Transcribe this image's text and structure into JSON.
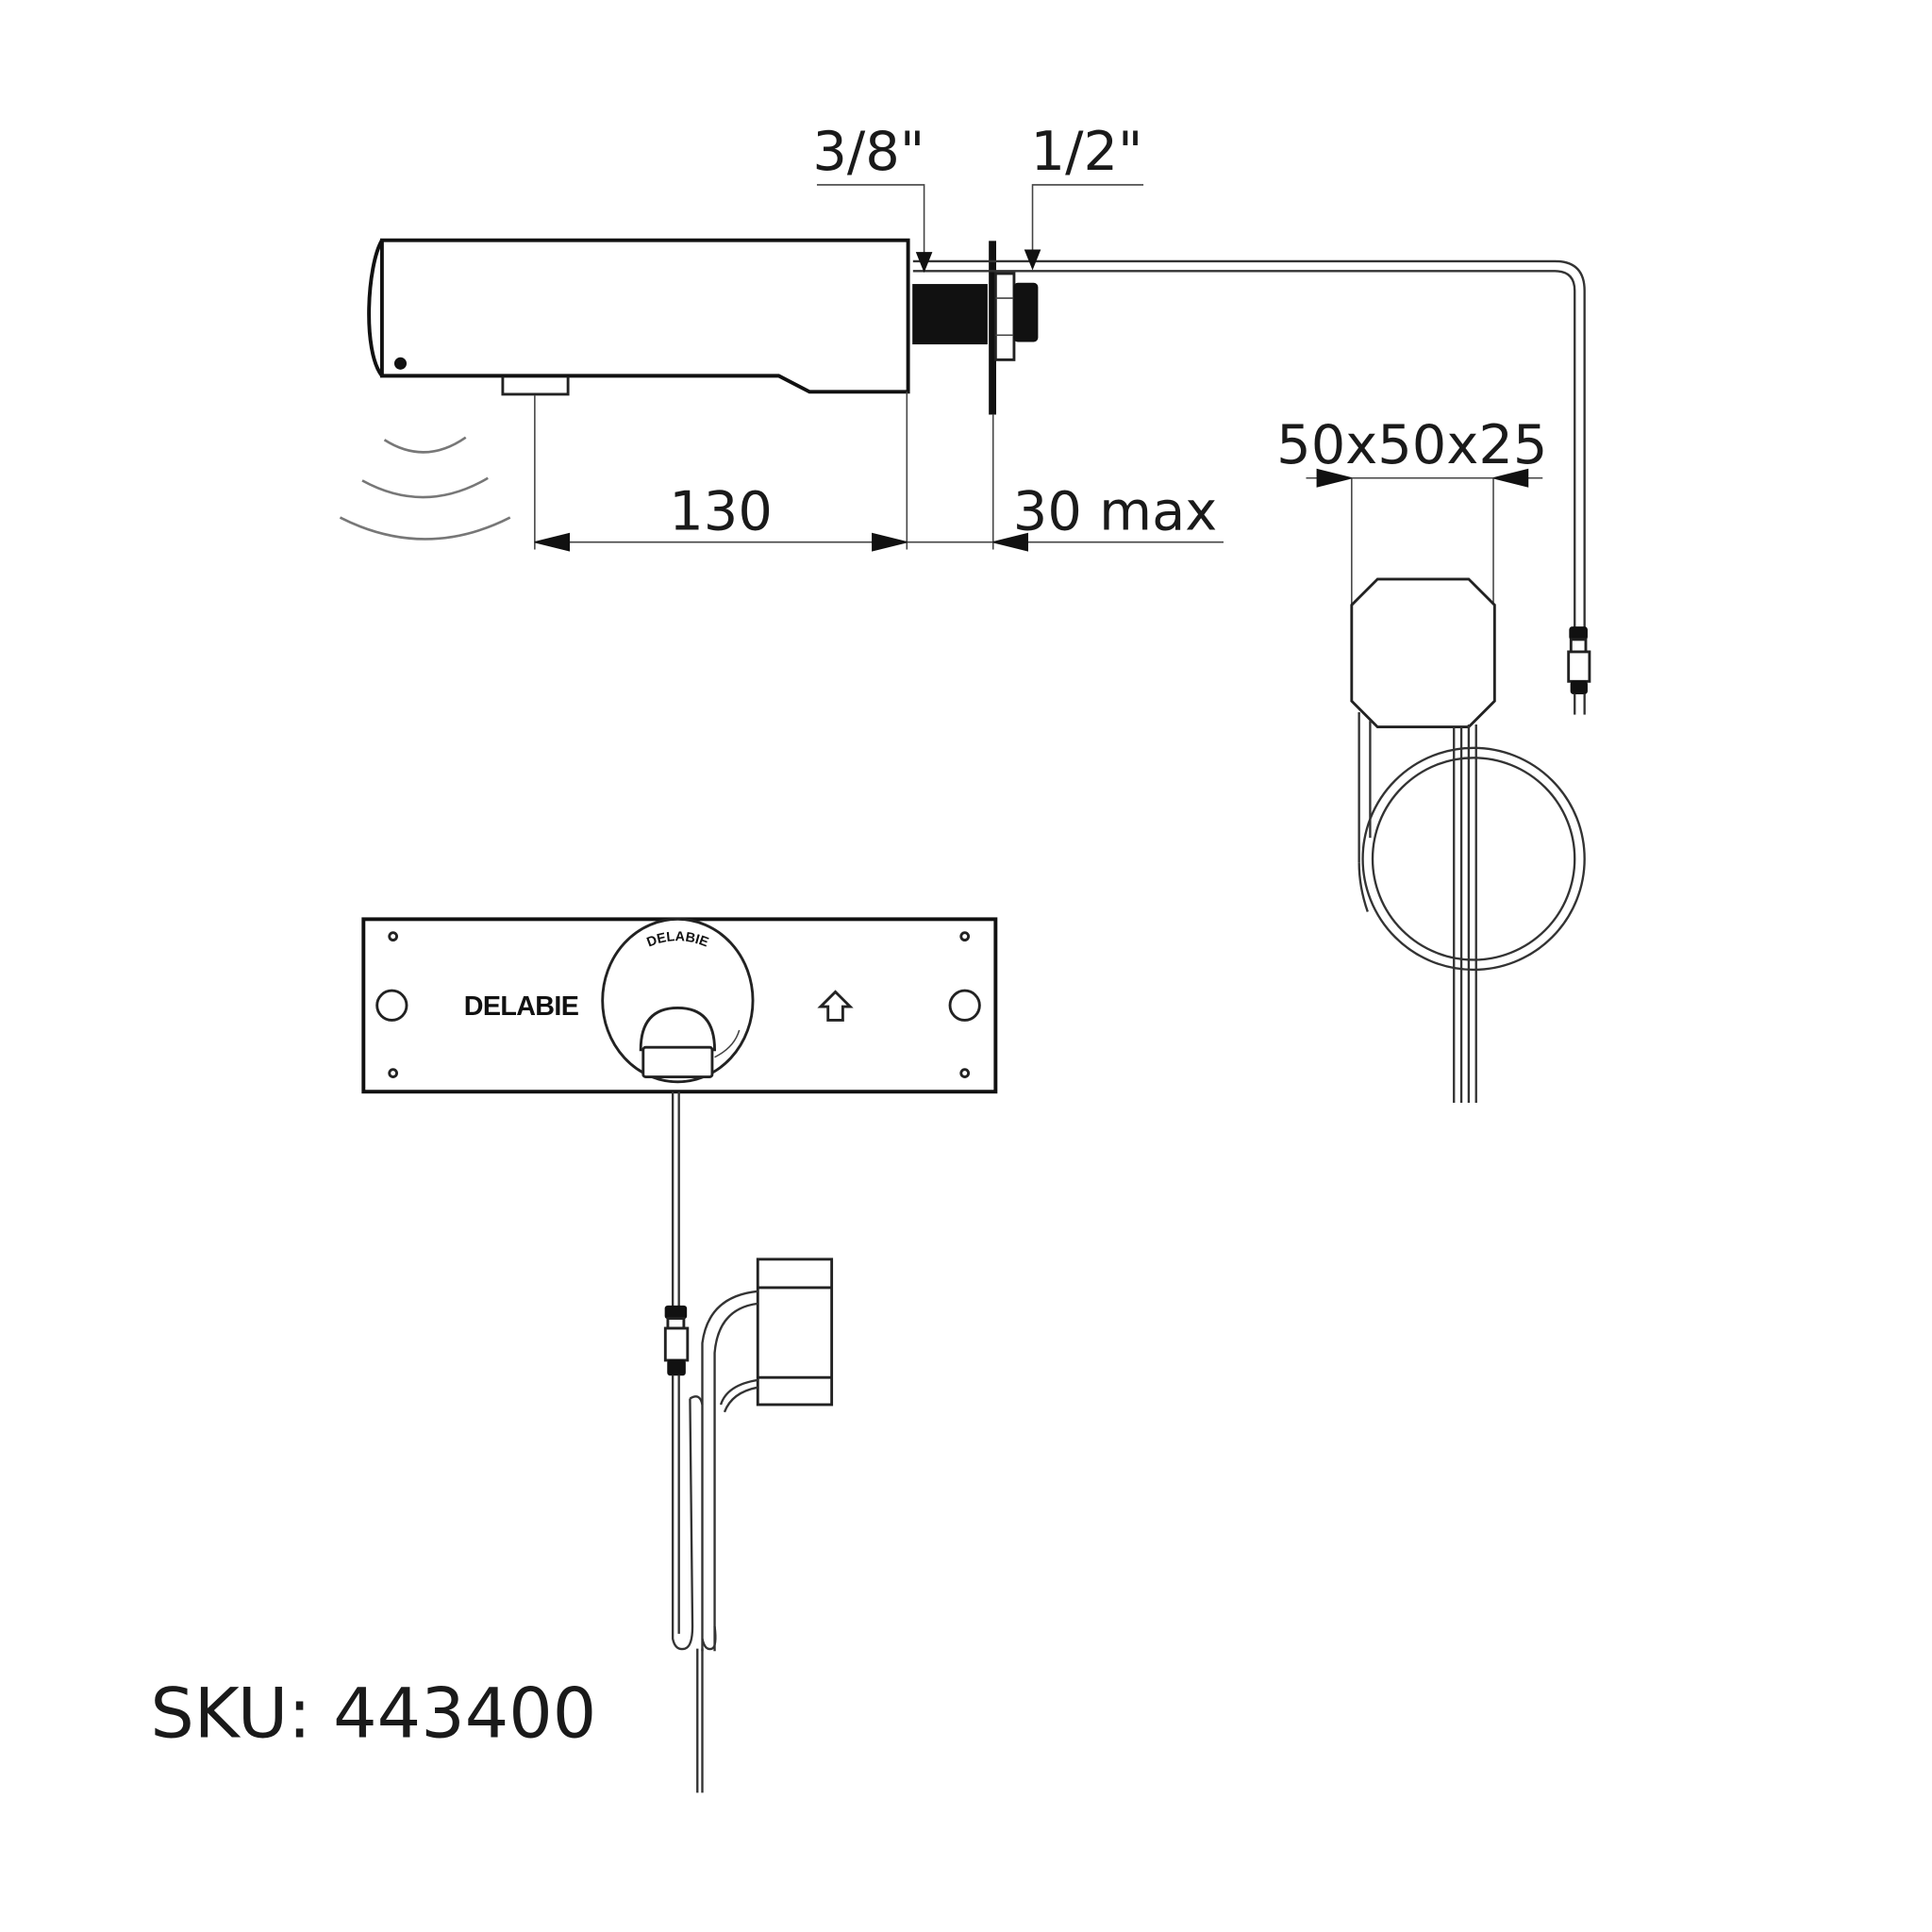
{
  "diagram": {
    "product_brand": "DELABIE",
    "sku_label": "SKU: 443400",
    "dimensions": {
      "inlet_thread_tap": "3/8\"",
      "inlet_thread_supply": "1/2\"",
      "spout_projection": "130",
      "wall_thickness": "30 max",
      "box_size": "50x50x25"
    },
    "wall_plate": {
      "brand_text": "DELABIE",
      "dial_text": "DELABIE",
      "arrow_icon": "arrow-up-icon"
    },
    "colors": {
      "line": "#111111",
      "background": "#ffffff"
    }
  }
}
